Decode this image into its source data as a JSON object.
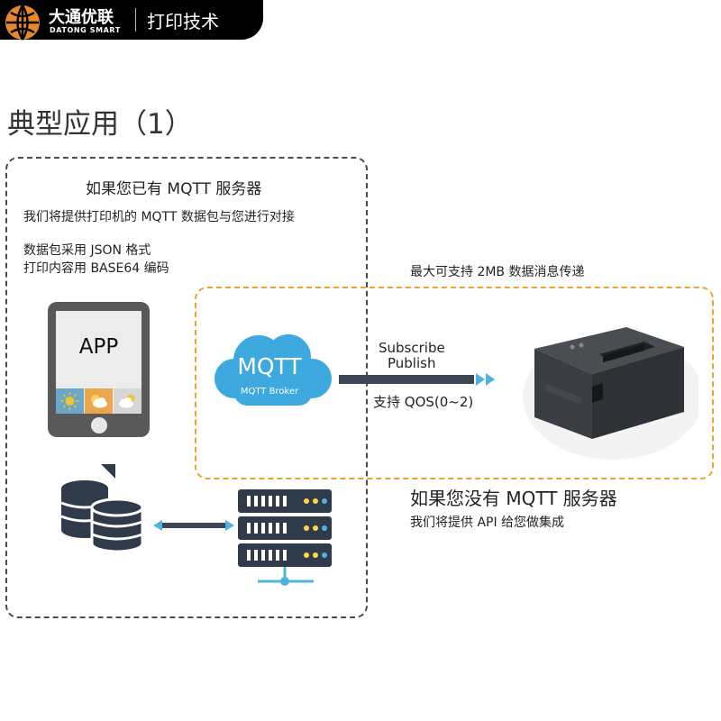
{
  "header": {
    "brand_cn": "大通优联",
    "brand_en": "DATONG SMART",
    "section": "打印技术"
  },
  "title": "典型应用（1）",
  "left_panel": {
    "heading": "如果您已有 MQTT 服务器",
    "subheading": "我们将提供打印机的 MQTT 数据包与您进行对接",
    "lines": [
      "数据包采用 JSON 格式",
      "打印内容用 BASE64 编码"
    ]
  },
  "tablet": {
    "label": "APP"
  },
  "cloud": {
    "title": "MQTT",
    "subtitle": "MQTT Broker"
  },
  "arrow": {
    "top1": "Subscribe",
    "top2": "Publish",
    "bottom": "支持 QOS(0~2)"
  },
  "right_panel": {
    "caption": "最大可支持 2MB 数据消息传递"
  },
  "no_server": {
    "heading": "如果您没有 MQTT 服务器",
    "subheading": "我们将提供 API 给您做集成"
  },
  "icons": [
    "logo-globe-icon",
    "sun-icon",
    "partly-cloudy-icon",
    "cloudy-icon",
    "cloud-icon",
    "database-icon",
    "server-rack-icon",
    "double-arrow-icon",
    "receipt-printer-icon"
  ],
  "colors": {
    "cloud": "#3da9df",
    "orange_frame": "#f0a030",
    "dark": "#2f3a4a"
  }
}
